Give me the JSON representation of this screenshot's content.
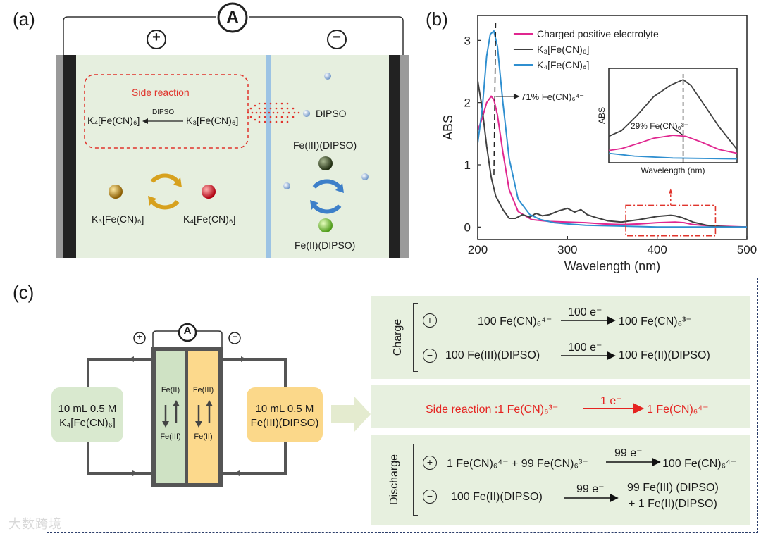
{
  "panel_labels": {
    "a": "(a)",
    "b": "(b)",
    "c": "(c)"
  },
  "panel_a": {
    "ammeter": "A",
    "plus": "+",
    "minus": "−",
    "side_reaction_title": "Side reaction",
    "side_left": "K₄[Fe(CN)₆]",
    "side_arrow_label": "DIPSO",
    "side_right": "K₃[Fe(CN)₆]",
    "dipso": "DIPSO",
    "fe3_dipso": "Fe(III)(DIPSO)",
    "fe2_dipso": "Fe(II)(DIPSO)",
    "k3": "K₃[Fe(CN)₆]",
    "k4": "K₄[Fe(CN)₆]",
    "colors": {
      "electrolyte": "#e6efdf",
      "separator": "#9cc3e4",
      "dashed": "#e0342c"
    }
  },
  "chart_data": {
    "type": "line",
    "xlabel": "Wavelength (nm)",
    "ylabel": "ABS",
    "xlim": [
      200,
      500
    ],
    "ylim": [
      -0.2,
      3.4
    ],
    "xticks": [
      "200",
      "300",
      "400",
      "500"
    ],
    "yticks": [
      "0",
      "1",
      "2",
      "3"
    ],
    "series": [
      {
        "name": "Charged positive electrolyte",
        "color": "#e0268f",
        "x": [
          200,
          205,
          210,
          215,
          218,
          222,
          228,
          235,
          245,
          260,
          280,
          300,
          320,
          340,
          360,
          380,
          400,
          420,
          430,
          440,
          460,
          480,
          500
        ],
        "y": [
          1.55,
          1.75,
          2.0,
          2.1,
          2.05,
          1.8,
          1.2,
          0.6,
          0.25,
          0.12,
          0.09,
          0.08,
          0.07,
          0.05,
          0.04,
          0.05,
          0.07,
          0.08,
          0.07,
          0.04,
          0.02,
          0.01,
          0.0
        ]
      },
      {
        "name": "K₃[Fe(CN)₆]",
        "color": "#404040",
        "x": [
          200,
          205,
          210,
          215,
          220,
          228,
          235,
          242,
          250,
          258,
          265,
          272,
          280,
          290,
          300,
          308,
          315,
          322,
          330,
          345,
          360,
          380,
          400,
          415,
          420,
          428,
          440,
          455,
          470,
          485,
          500
        ],
        "y": [
          2.35,
          1.9,
          1.3,
          0.8,
          0.5,
          0.28,
          0.14,
          0.14,
          0.2,
          0.16,
          0.22,
          0.18,
          0.2,
          0.26,
          0.3,
          0.24,
          0.28,
          0.2,
          0.16,
          0.1,
          0.08,
          0.12,
          0.17,
          0.19,
          0.18,
          0.15,
          0.08,
          0.03,
          0.01,
          0.0,
          0.0
        ]
      },
      {
        "name": "K₄[Fe(CN)₆]",
        "color": "#2f8fd0",
        "x": [
          200,
          205,
          210,
          214,
          218,
          222,
          228,
          235,
          245,
          258,
          270,
          285,
          300,
          320,
          350,
          400,
          450,
          500
        ],
        "y": [
          1.35,
          1.9,
          2.75,
          3.1,
          3.15,
          2.9,
          2.0,
          1.1,
          0.45,
          0.2,
          0.12,
          0.07,
          0.05,
          0.03,
          0.02,
          0.0,
          0.0,
          0.0
        ]
      }
    ],
    "annotations": {
      "main": "71% Fe(CN)₆⁴⁻",
      "inset": "29% Fe(CN)₆³⁻",
      "inset_xlabel": "Wavelength (nm)",
      "inset_ylabel": "ABS"
    },
    "legend_position": "top-right"
  },
  "panel_c": {
    "ammeter": "A",
    "plus": "+",
    "minus": "−",
    "left_tank": [
      "10 mL 0.5 M",
      "K₄[Fe(CN)₆]"
    ],
    "right_tank": [
      "10 mL 0.5 M",
      "Fe(III)(DIPSO)"
    ],
    "cell_left_top": "Fe(II)",
    "cell_left_bottom": "Fe(III)",
    "cell_right_top": "Fe(III)",
    "cell_right_bottom": "Fe(II)",
    "charge_label": "Charge",
    "discharge_label": "Discharge",
    "charge_plus_left": "100 Fe(CN)₆⁴⁻",
    "charge_plus_arrow": "100 e⁻",
    "charge_plus_right": "100 Fe(CN)₆³⁻",
    "charge_minus_left": "100 Fe(III)(DIPSO)",
    "charge_minus_arrow": "100 e⁻",
    "charge_minus_right": "100 Fe(II)(DIPSO)",
    "side_left": "Side reaction :1 Fe(CN)₆³⁻",
    "side_arrow": "1 e⁻",
    "side_right": "1 Fe(CN)₆⁴⁻",
    "dis_plus_left": "1 Fe(CN)₆⁴⁻ + 99 Fe(CN)₆³⁻",
    "dis_plus_arrow": "99 e⁻",
    "dis_plus_right": "100 Fe(CN)₆⁴⁻",
    "dis_minus_left": "100 Fe(II)(DIPSO)",
    "dis_minus_arrow": "99 e⁻",
    "dis_minus_right_1": "99 Fe(III) (DIPSO)",
    "dis_minus_right_2": "+ 1 Fe(II)(DIPSO)",
    "colors": {
      "box": "#e6efdf",
      "side_text": "#e52421",
      "left_tank": "#d9e9cf",
      "right_tank": "#fbd88a"
    }
  },
  "watermark": "大数跨境"
}
